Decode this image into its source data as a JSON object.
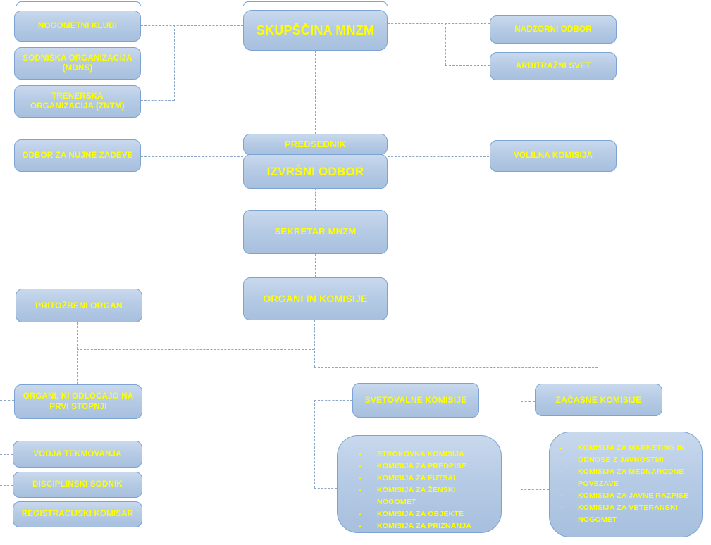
{
  "colors": {
    "box_fill_top": "#c9d9ed",
    "box_fill_bottom": "#a7c0de",
    "box_border": "#7ca3d3",
    "connector": "#8aa5c6",
    "text": "#ffff00",
    "background": "#ffffff"
  },
  "nodes": {
    "nogometni_klubi": {
      "label": "NOGOMETNI KLUBI"
    },
    "sodniska_organizacija": {
      "label": "SODNIŠKA ORGANIZACIJA (MDNS)"
    },
    "trenerska_organizacija": {
      "label": "TRENERSKA ORGANIZACIJA (ZNTM)"
    },
    "skupscina": {
      "label": "SKUPŠČINA MNZM"
    },
    "nadzorni_odbor": {
      "label": "NADZORNI ODBOR"
    },
    "arbitrazni_svet": {
      "label": "ARBITRAŽNI SVET"
    },
    "odbor_nujne_zadeve": {
      "label": "ODBOR ZA NUJNE ZADEVE"
    },
    "predsednik": {
      "label": "PREDSEDNIK"
    },
    "izvrsni_odbor": {
      "label": "IZVRŠNI ODBOR"
    },
    "volilna_komisija": {
      "label": "VOLILNA KOMISIJA"
    },
    "sekretar": {
      "label": "SEKRETAR MNZM"
    },
    "organi_in_komisije": {
      "label": "ORGANI IN KOMISIJE"
    },
    "pritozbeni_organ": {
      "label": "PRITOŽBENI ORGAN"
    },
    "organi_prva_stopnja": {
      "label": "ORGANI, KI ODLOČAJO NA PRVI STOPNJI"
    },
    "vodja_tekmovanja": {
      "label": "VODJA TEKMOVANJA"
    },
    "disciplinski_sodnik": {
      "label": "DISCIPLINSKI SODNIK"
    },
    "registracijski_komisar": {
      "label": "REGISTRACIJSKI KOMISAR"
    },
    "svetovalne_komisije": {
      "label": "SVETOVALNE KOMISIJE"
    },
    "zacasne_komisije": {
      "label": "ZAČASNE KOMISIJE"
    }
  },
  "svetovalne_list": {
    "items": [
      "STROKOVNA KOMISIJA",
      "KOMISIJA ZA PREDPISE",
      "KOMISIJA ZA FUTSAL",
      "KOMISIJA ZA ŽENSKI NOGOMET",
      "KOMISIJA ZA OBJEKTE",
      "KOMISIJA ZA PRIZNANJA"
    ]
  },
  "zacasne_list": {
    "items": [
      "KOMISIJA ZA MARKETING IN ODNOSE Z JAVNOSTMI",
      "KOMISIJA ZA MEDNARODNE POVEZAVE",
      "KOMISIJA ZA JAVNE RAZPISE",
      "KOMISIJA ZA VETERANSKI NOGOMET"
    ]
  }
}
